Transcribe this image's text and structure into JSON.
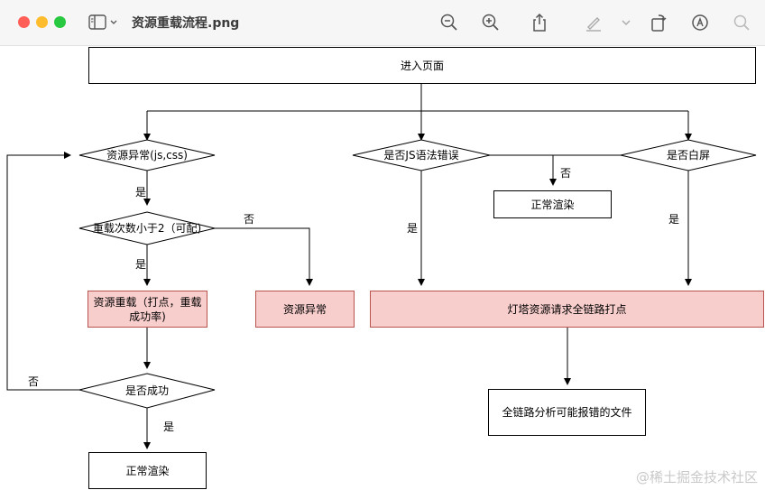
{
  "window": {
    "title": "资源重载流程.png"
  },
  "toolbar": {
    "icons": [
      "sidebar-icon",
      "zoom-out-icon",
      "zoom-in-icon",
      "share-icon",
      "highlight-icon",
      "rotate-icon",
      "markup-icon",
      "search-icon"
    ]
  },
  "diagram": {
    "enter_page": "进入页面",
    "res_error_check": "资源异常(js,css)",
    "js_syntax_check": "是否JS语法错误",
    "white_screen_check": "是否白屏",
    "normal_render_right": "正常渲染",
    "retry_check": "重载次数小于2（可配)",
    "reload_line1": "资源重载（打点，重载",
    "reload_line2": "成功率)",
    "res_error_box": "资源异常",
    "full_trace_box": "灯塔资源请求全链路打点",
    "success_check": "是否成功",
    "analyze_box": "全链路分析可能报错的文件",
    "normal_render_bottom": "正常渲染",
    "labels": {
      "yes_1": "是",
      "no_retry": "否",
      "yes_2": "是",
      "no_success": "否",
      "yes_success": "是",
      "no_js": "否",
      "yes_js": "是",
      "yes_white": "是"
    }
  },
  "watermark": "@稀土掘金技术社区",
  "colors": {
    "pink_fill": "#f8cecc",
    "pink_stroke": "#b85450"
  }
}
